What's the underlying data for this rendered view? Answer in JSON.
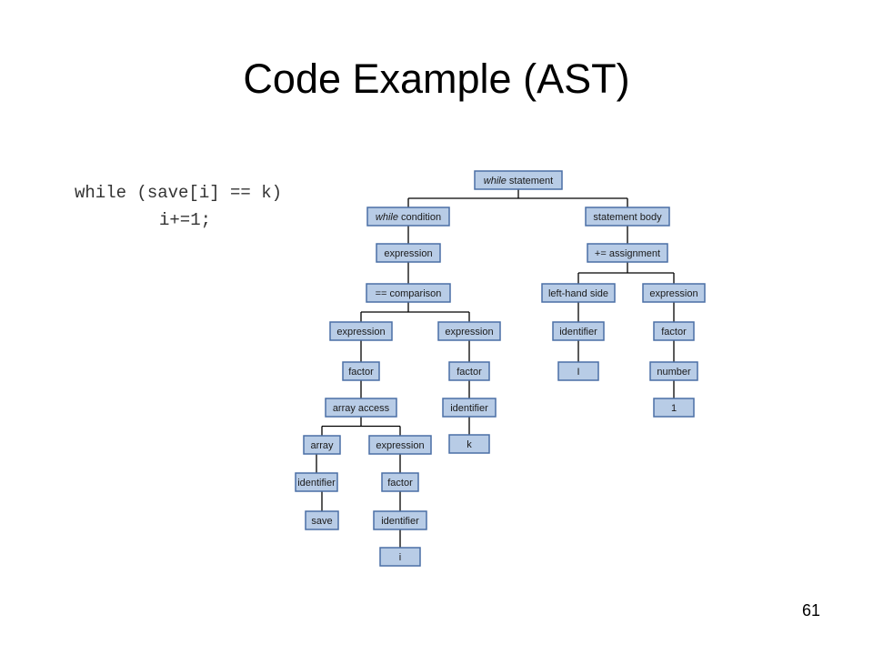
{
  "title": "Code Example (AST)",
  "code": {
    "line1": "while (save[i] == k)",
    "line2": "i+=1;"
  },
  "page_number": "61",
  "colors": {
    "node_fill": "#b8cce6",
    "node_border": "#4a6fa5",
    "edge": "#000000"
  },
  "tree": {
    "nodes": [
      {
        "id": "n0",
        "kw": "while",
        "label": " statement",
        "parent": null
      },
      {
        "id": "n1",
        "kw": "while",
        "label": " condition",
        "parent": "n0"
      },
      {
        "id": "n2",
        "kw": "",
        "label": "statement body",
        "parent": "n0"
      },
      {
        "id": "n3",
        "kw": "",
        "label": "expression",
        "parent": "n1"
      },
      {
        "id": "n4",
        "kw": "",
        "label": "== comparison",
        "parent": "n3"
      },
      {
        "id": "n5",
        "kw": "",
        "label": "expression",
        "parent": "n4"
      },
      {
        "id": "n6",
        "kw": "",
        "label": "expression",
        "parent": "n4"
      },
      {
        "id": "n7",
        "kw": "",
        "label": "factor",
        "parent": "n5"
      },
      {
        "id": "n8",
        "kw": "",
        "label": "array access",
        "parent": "n7"
      },
      {
        "id": "n9",
        "kw": "",
        "label": "array",
        "parent": "n8"
      },
      {
        "id": "n10",
        "kw": "",
        "label": "expression",
        "parent": "n8"
      },
      {
        "id": "n11",
        "kw": "",
        "label": "identifier",
        "parent": "n9"
      },
      {
        "id": "n12",
        "kw": "",
        "label": "save",
        "parent": "n11"
      },
      {
        "id": "n13",
        "kw": "",
        "label": "factor",
        "parent": "n10"
      },
      {
        "id": "n14",
        "kw": "",
        "label": "identifier",
        "parent": "n13"
      },
      {
        "id": "n15",
        "kw": "",
        "label": "i",
        "parent": "n14"
      },
      {
        "id": "n16",
        "kw": "",
        "label": "factor",
        "parent": "n6"
      },
      {
        "id": "n17",
        "kw": "",
        "label": "identifier",
        "parent": "n16"
      },
      {
        "id": "n18",
        "kw": "",
        "label": "k",
        "parent": "n17"
      },
      {
        "id": "n19",
        "kw": "",
        "label": "+= assignment",
        "parent": "n2"
      },
      {
        "id": "n20",
        "kw": "",
        "label": "left-hand side",
        "parent": "n19"
      },
      {
        "id": "n21",
        "kw": "",
        "label": "expression",
        "parent": "n19"
      },
      {
        "id": "n22",
        "kw": "",
        "label": "identifier",
        "parent": "n20"
      },
      {
        "id": "n23",
        "kw": "",
        "label": "I",
        "parent": "n22"
      },
      {
        "id": "n24",
        "kw": "",
        "label": "factor",
        "parent": "n21"
      },
      {
        "id": "n25",
        "kw": "",
        "label": "number",
        "parent": "n24"
      },
      {
        "id": "n26",
        "kw": "",
        "label": "1",
        "parent": "n25"
      }
    ]
  }
}
